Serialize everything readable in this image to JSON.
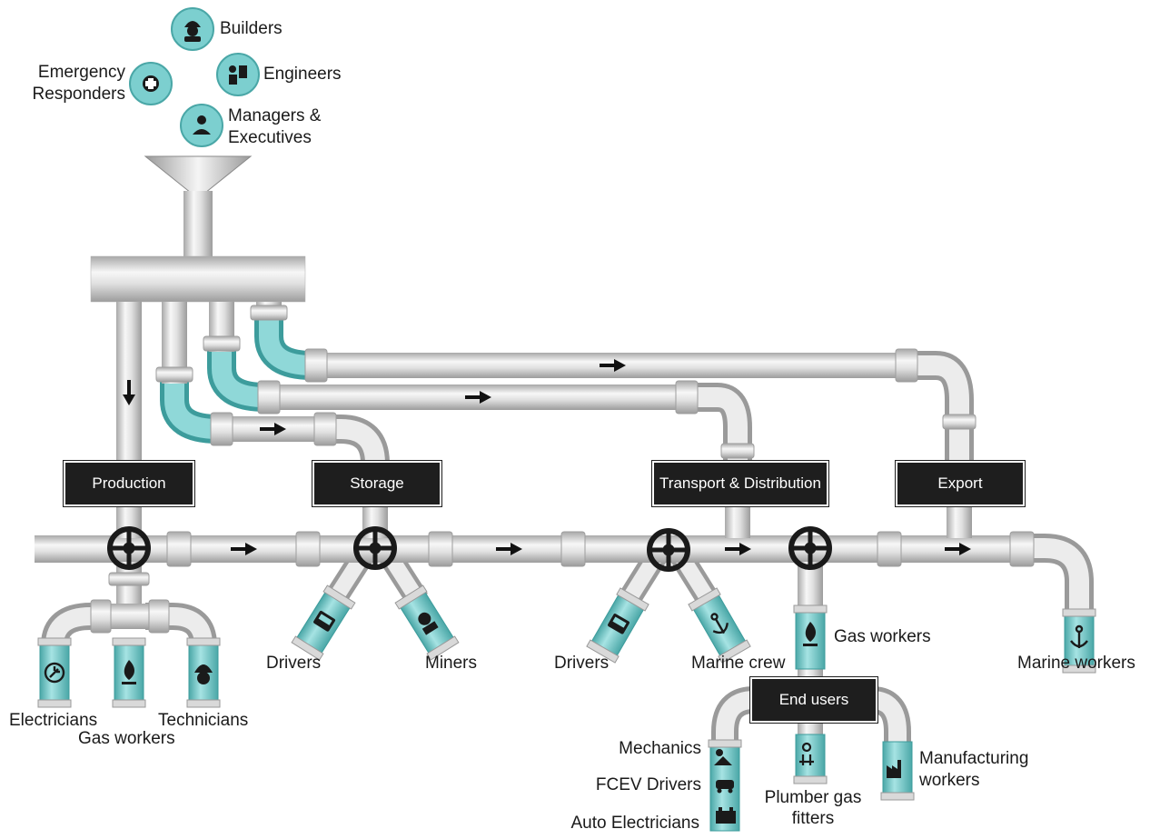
{
  "colors": {
    "pipe_light": "#f2f2f2",
    "pipe_mid": "#cfcfcf",
    "pipe_dark": "#9a9a9a",
    "teal": "#7ccfcf",
    "teal_dark": "#3d9c9c",
    "stage_box": "#1e1e1e",
    "valve": "#1a1a1a",
    "arrow": "#111111",
    "text": "#1a1a1a"
  },
  "workforce": {
    "builders": {
      "label": "Builders",
      "icon": "worker-helmet-icon"
    },
    "engineers": {
      "label": "Engineers",
      "icon": "engineer-blueprint-icon"
    },
    "emergency": {
      "line1": "Emergency",
      "line2": "Responders",
      "icon": "medical-cross-icon"
    },
    "managers": {
      "line1": "Managers &",
      "line2": "Executives",
      "icon": "businessman-icon"
    }
  },
  "stages": {
    "production": "Production",
    "storage": "Storage",
    "transport": "Transport & Distribution",
    "export": "Export",
    "end_users": "End users"
  },
  "outlets": {
    "electricians": {
      "label": "Electricians",
      "icon": "electric-plug-icon"
    },
    "gas_workers_production": {
      "label": "Gas workers",
      "icon": "flame-icon"
    },
    "technicians": {
      "label": "Technicians",
      "icon": "helmet-gear-icon"
    },
    "drivers_storage": {
      "label": "Drivers",
      "icon": "truck-icon"
    },
    "miners": {
      "label": "Miners",
      "icon": "miner-icon"
    },
    "drivers_transport": {
      "label": "Drivers",
      "icon": "truck-icon"
    },
    "marine_crew": {
      "label": "Marine crew",
      "icon": "anchor-icon"
    },
    "gas_workers_end": {
      "label": "Gas workers",
      "icon": "flame-icon"
    },
    "marine_workers": {
      "label": "Marine workers",
      "icon": "anchor-icon"
    }
  },
  "end_users": {
    "mechanics": {
      "label": "Mechanics",
      "icon": "mechanic-icon"
    },
    "fcev_drivers": {
      "label": "FCEV Drivers",
      "icon": "car-icon"
    },
    "auto_electricians": {
      "label": "Auto Electricians",
      "icon": "battery-icon"
    },
    "plumber": {
      "line1": "Plumber gas",
      "line2": "fitters",
      "icon": "pipe-valve-icon"
    },
    "manufacturing": {
      "line1": "Manufacturing",
      "line2": "workers",
      "icon": "factory-icon"
    }
  }
}
